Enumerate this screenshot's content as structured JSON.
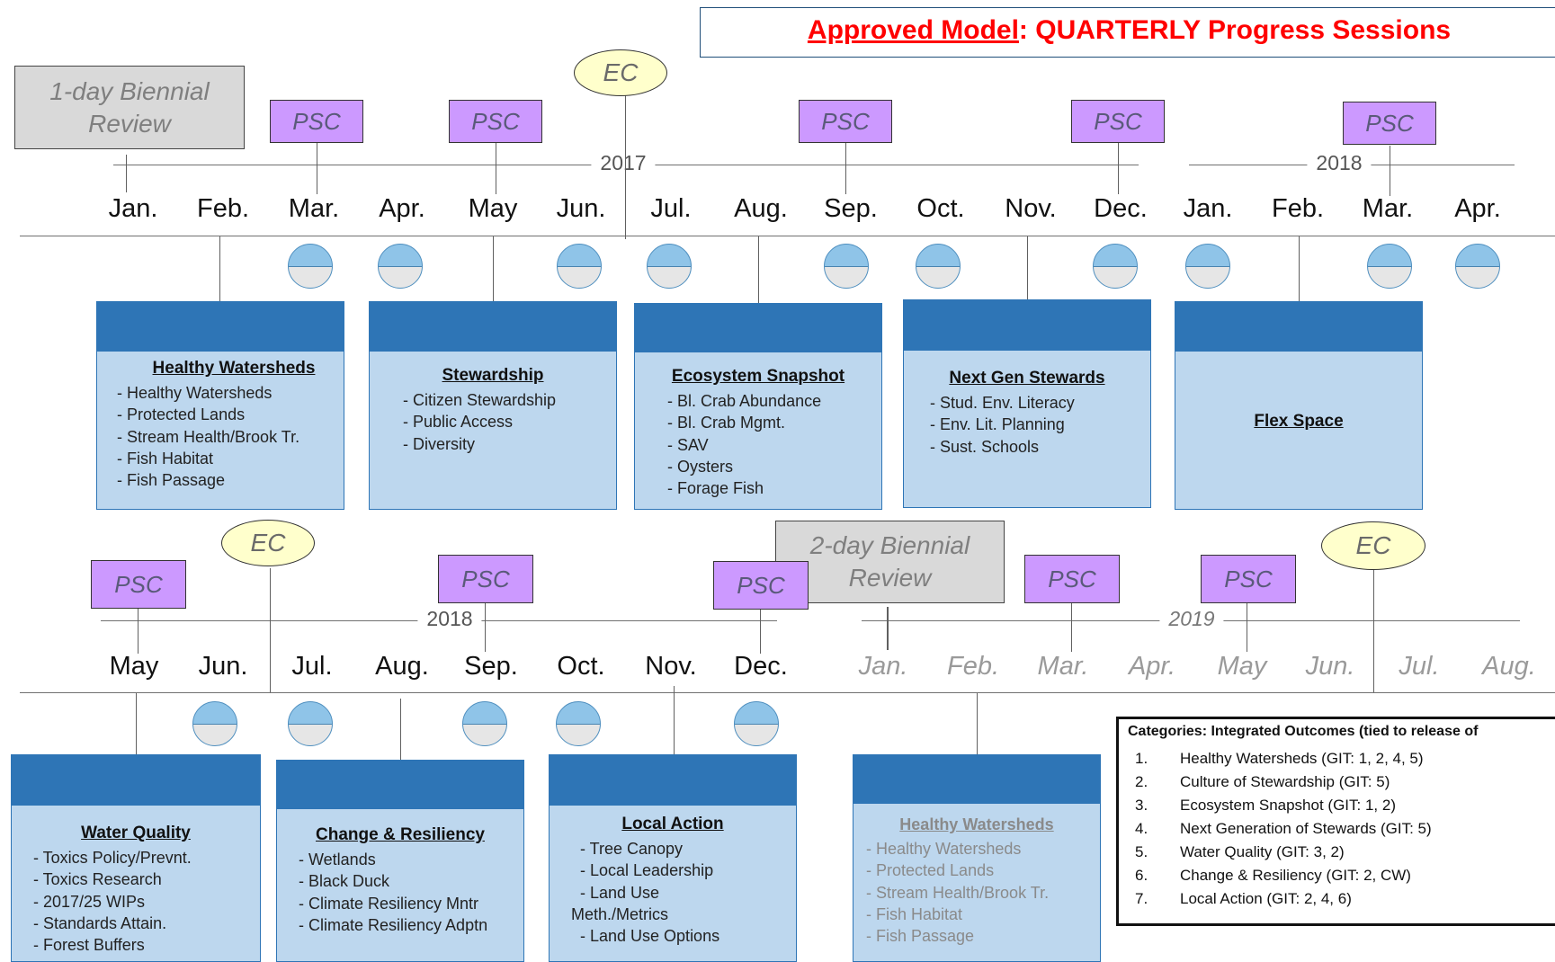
{
  "header": {
    "highlight": "Approved Model",
    "rest": ": QUARTERLY Progress Sessions",
    "color": "#ff0000"
  },
  "row1": {
    "year_a": "2017",
    "year_b": "2018",
    "months": [
      "Jan.",
      "Feb.",
      "Mar.",
      "Apr.",
      "May",
      "Jun.",
      "Jul.",
      "Aug.",
      "Sep.",
      "Oct.",
      "Nov.",
      "Dec.",
      "Jan.",
      "Feb.",
      "Mar.",
      "Apr."
    ],
    "review_line1": "1-day Biennial",
    "review_line2": "Review",
    "psc": "PSC",
    "ec": "EC"
  },
  "row2": {
    "year_a": "2018",
    "year_b": "2019",
    "months": [
      "May",
      "Jun.",
      "Jul.",
      "Aug.",
      "Sep.",
      "Oct.",
      "Nov.",
      "Dec.",
      "Jan.",
      "Feb.",
      "Mar.",
      "Apr.",
      "May",
      "Jun.",
      "Jul.",
      "Aug."
    ],
    "review_line1": "2-day Biennial",
    "review_line2": "Review",
    "psc": "PSC",
    "ec": "EC"
  },
  "cards_row1": [
    {
      "title": "Healthy Watersheds",
      "items": [
        "- Healthy Watersheds",
        "- Protected Lands",
        "- Stream Health/Brook Tr.",
        "- Fish Habitat",
        "- Fish Passage"
      ]
    },
    {
      "title": "Stewardship",
      "items": [
        "- Citizen Stewardship",
        "- Public Access",
        "- Diversity"
      ]
    },
    {
      "title": "Ecosystem Snapshot",
      "items": [
        "- Bl. Crab Abundance",
        "- Bl. Crab Mgmt.",
        "- SAV",
        "- Oysters",
        "- Forage Fish"
      ]
    },
    {
      "title": "Next Gen Stewards",
      "items": [
        "- Stud. Env. Literacy",
        "- Env. Lit. Planning",
        "- Sust. Schools"
      ]
    },
    {
      "title": "Flex Space",
      "items": []
    }
  ],
  "cards_row2": [
    {
      "title": "Water Quality",
      "items": [
        "- Toxics Policy/Prevnt.",
        "- Toxics Research",
        "- 2017/25 WIPs",
        "- Standards Attain.",
        "- Forest Buffers"
      ]
    },
    {
      "title": "Change & Resiliency",
      "items": [
        "- Wetlands",
        "- Black Duck",
        "- Climate Resiliency Mntr",
        "- Climate Resiliency Adptn"
      ]
    },
    {
      "title": "Local Action",
      "items": [
        "- Tree Canopy",
        "- Local Leadership",
        "- Land Use",
        "Meth./Metrics",
        "- Land Use Options"
      ]
    },
    {
      "title": "Healthy Watersheds",
      "items": [
        "- Healthy Watersheds",
        "- Protected Lands",
        "- Stream Health/Brook Tr.",
        "- Fish Habitat",
        "- Fish Passage"
      ]
    }
  ],
  "legend": {
    "title": "Categories: Integrated Outcomes (tied to release of",
    "items": [
      {
        "num": "1.",
        "text": "Healthy Watersheds (GIT: 1, 2, 4, 5)"
      },
      {
        "num": "2.",
        "text": "Culture of Stewardship (GIT: 5)"
      },
      {
        "num": "3.",
        "text": "Ecosystem Snapshot  (GIT: 1, 2)"
      },
      {
        "num": "4.",
        "text": "Next Generation of Stewards  (GIT: 5)"
      },
      {
        "num": "5.",
        "text": "Water Quality (GIT: 3, 2)"
      },
      {
        "num": "6.",
        "text": "Change & Resiliency  (GIT: 2, CW)"
      },
      {
        "num": "7.",
        "text": "Local Action (GIT: 2, 4, 6)"
      }
    ]
  }
}
